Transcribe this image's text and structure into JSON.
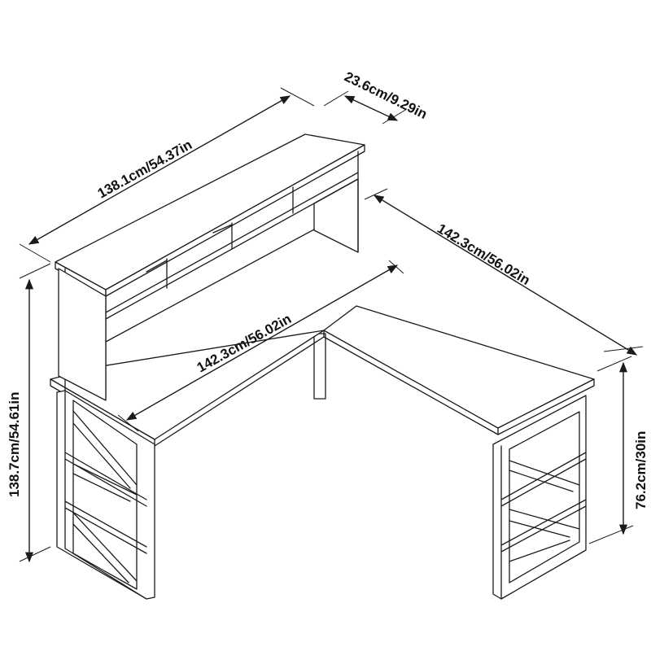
{
  "dimensions": {
    "hutch_width": "138.1cm/54.37in",
    "hutch_depth": "23.6cm/9.29in",
    "desk_length_right": "142.3cm/56.02in",
    "desk_length_front": "142.3cm/56.02in",
    "total_height": "138.7cm/54.61in",
    "desk_height": "76.2cm/30in"
  },
  "colors": {
    "line": "#1a1a1a",
    "background": "#ffffff"
  }
}
